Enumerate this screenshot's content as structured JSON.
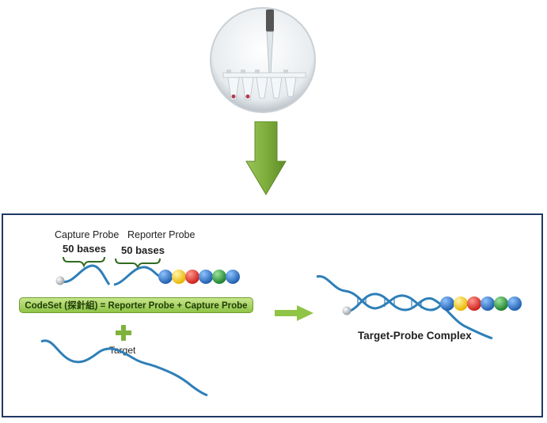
{
  "capture_probe": {
    "label": "Capture Probe",
    "bases": "50 bases"
  },
  "reporter_probe": {
    "label": "Reporter Probe",
    "bases": "50 bases"
  },
  "codeset": {
    "text": "CodeSet (探針組) = Reporter Probe + Capture Probe"
  },
  "target": {
    "label": "Target"
  },
  "complex": {
    "label": "Target-Probe Complex"
  },
  "colors": {
    "panel_border": "#1f3864",
    "arrow_green": "#7fae3c",
    "dna_blue": "#2e7fb8",
    "beads": [
      "#2a6fbf",
      "#f4d12a",
      "#e8332f",
      "#2a6fbf",
      "#2e9e3e",
      "#2a6fbf"
    ]
  },
  "icons": {
    "photo": "pipette-tubes-photo",
    "down_arrow": "down-arrow-icon",
    "right_arrow": "right-arrow-icon",
    "plus": "plus-icon"
  }
}
